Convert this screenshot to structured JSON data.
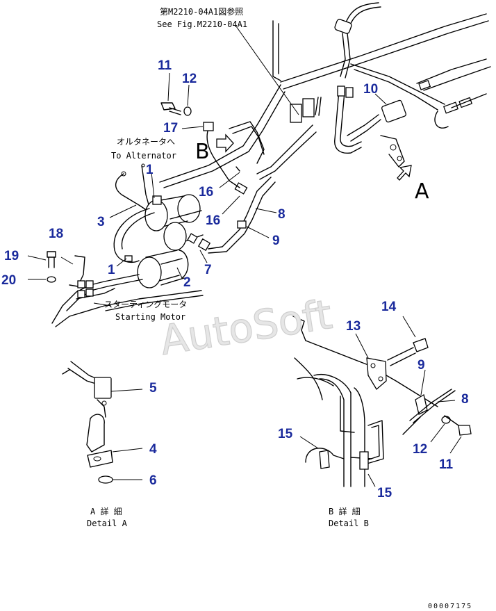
{
  "reference_note": {
    "line1": "第M2210-04A1図参照",
    "line2": "See Fig.M2210-04A1"
  },
  "alternator_label": {
    "jp": "オルタネータへ",
    "en": "To Alternator"
  },
  "starting_motor_label": {
    "jp": "スターティングモータ",
    "en": "Starting Motor"
  },
  "view_letters": {
    "a": "A",
    "b": "B"
  },
  "detail_a": {
    "jp": "A 詳 細",
    "en": "Detail A"
  },
  "detail_b": {
    "jp": "B 詳 細",
    "en": "Detail B"
  },
  "watermark": "AutoSoft",
  "drawing_code": "00007175",
  "callouts": {
    "c11a": "11",
    "c12a": "12",
    "c17": "17",
    "c10": "10",
    "c1a": "1",
    "c3": "3",
    "c16a": "16",
    "c16b": "16",
    "c8a": "8",
    "c9a": "9",
    "c18": "18",
    "c19": "19",
    "c20": "20",
    "c1b": "1",
    "c7": "7",
    "c2": "2",
    "c14": "14",
    "c13": "13",
    "c9b": "9",
    "c8b": "8",
    "c12b": "12",
    "c11b": "11",
    "c15a": "15",
    "c15b": "15",
    "c5": "5",
    "c4": "4",
    "c6": "6"
  },
  "colors": {
    "callout": "#1a2a9c",
    "watermark": "#e6e6e6",
    "line": "#000000"
  }
}
